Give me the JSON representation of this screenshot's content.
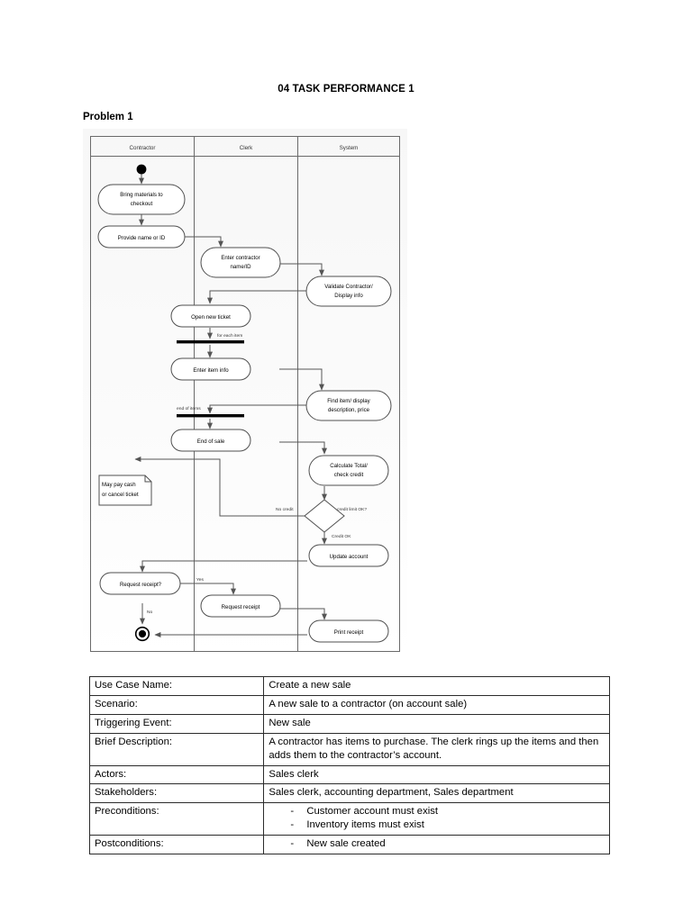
{
  "document": {
    "title": "04 TASK PERFORMANCE 1",
    "problem_heading": "Problem 1"
  },
  "diagram": {
    "type": "uml-activity-diagram-swimlanes",
    "lanes": [
      {
        "label": "Contractor"
      },
      {
        "label": "Clerk"
      },
      {
        "label": "System"
      }
    ],
    "nodes": {
      "start": "start-node",
      "bring_materials": "Bring materials to checkout",
      "provide_name": "Provide name or ID",
      "enter_contractor": "Enter contractor name/ID",
      "validate_contractor": "Validate Contractor/ Display info",
      "open_ticket": "Open new ticket",
      "enter_item": "Enter item info",
      "find_item": "Find item/ display description, price",
      "end_of_sale": "End of sale",
      "calculate_total": "Calculate Total/ check credit",
      "update_account": "Update account",
      "request_receipt_decision": "Request receipt?",
      "request_receipt": "Request receipt",
      "print_receipt": "Print receipt",
      "note": "May pay cash or cancel ticket",
      "end": "end-node"
    },
    "edge_labels": {
      "for_each_item": "for each item",
      "end_of_items": "end of items",
      "no_credit": "No credit",
      "credit_limit_ok": "credit limit OK?",
      "credit_ok": "Credit OK",
      "yes": "Yes",
      "no": "No"
    }
  },
  "use_case_table": {
    "rows": [
      {
        "label": "Use Case Name:",
        "value": "Create a new sale",
        "bullets": []
      },
      {
        "label": "Scenario:",
        "value": "A new sale to a contractor (on account sale)",
        "bullets": []
      },
      {
        "label": "Triggering Event:",
        "value": "New sale",
        "bullets": []
      },
      {
        "label": "Brief Description:",
        "value": "A contractor has items to purchase. The clerk rings up the items and then adds them to the contractor’s account.",
        "bullets": []
      },
      {
        "label": "Actors:",
        "value": "Sales clerk",
        "bullets": []
      },
      {
        "label": "Stakeholders:",
        "value": "Sales clerk, accounting department, Sales department",
        "bullets": []
      },
      {
        "label": "Preconditions:",
        "value": "",
        "bullets": [
          "Customer account must exist",
          "Inventory items must exist"
        ]
      },
      {
        "label": "Postconditions:",
        "value": "",
        "bullets": [
          "New sale created"
        ]
      }
    ],
    "bullet_dash": "-"
  },
  "colors": {
    "line": "#4d4d4d",
    "text": "#000000",
    "table_border": "#2b2b2b",
    "diagram_bg": "#fafafa"
  }
}
